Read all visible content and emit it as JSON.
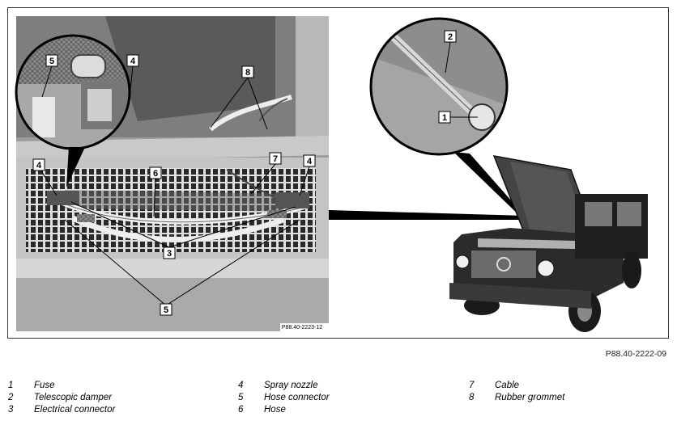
{
  "figure": {
    "inset_code": "P88.40-2223-12",
    "figure_code": "P88.40-2222-09",
    "callouts": [
      "1",
      "2",
      "3",
      "4",
      "5",
      "6",
      "7",
      "8"
    ]
  },
  "legend": [
    {
      "num": "1",
      "text": "Fuse"
    },
    {
      "num": "2",
      "text": "Telescopic damper"
    },
    {
      "num": "3",
      "text": "Electrical connector"
    },
    {
      "num": "4",
      "text": "Spray nozzle"
    },
    {
      "num": "5",
      "text": "Hose connector"
    },
    {
      "num": "6",
      "text": "Hose"
    },
    {
      "num": "7",
      "text": "Cable"
    },
    {
      "num": "8",
      "text": "Rubber grommet"
    }
  ]
}
